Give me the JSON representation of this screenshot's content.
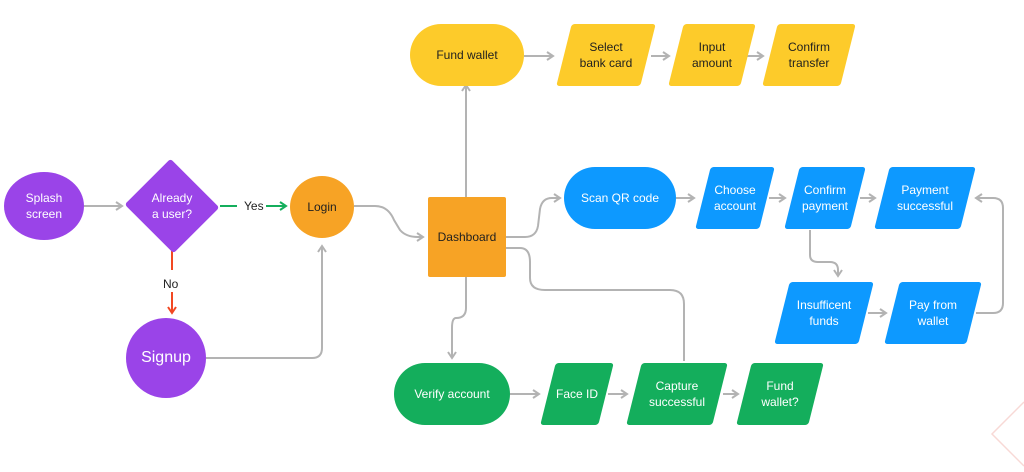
{
  "colors": {
    "yellow": "#FDCB2A",
    "orange": "#F7A325",
    "purple": "#9A44E8",
    "blue": "#0D99FF",
    "green": "#14AE5C",
    "connector": "#B3B3B3",
    "yes": "#14AE5C",
    "no": "#F24822"
  },
  "nodes": {
    "splash": "Splash\nscreen",
    "already": "Already\na user?",
    "login": "Login",
    "signup": "Signup",
    "dashboard": "Dashboard",
    "fund_wallet": "Fund wallet",
    "select_bank_card": "Select\nbank card",
    "input_amount": "Input\namount",
    "confirm_transfer": "Confirm\ntransfer",
    "scan_qr": "Scan QR code",
    "choose_account": "Choose\naccount",
    "confirm_payment": "Confirm\npayment",
    "payment_successful": "Payment\nsuccessful",
    "insufficient_funds": "Insufficent\nfunds",
    "pay_from_wallet": "Pay from\nwallet",
    "verify_account": "Verify account",
    "face_id": "Face ID",
    "capture_successful": "Capture\nsuccessful",
    "fund_wallet_q": "Fund\nwallet?"
  },
  "edge_labels": {
    "yes": "Yes",
    "no": "No"
  }
}
